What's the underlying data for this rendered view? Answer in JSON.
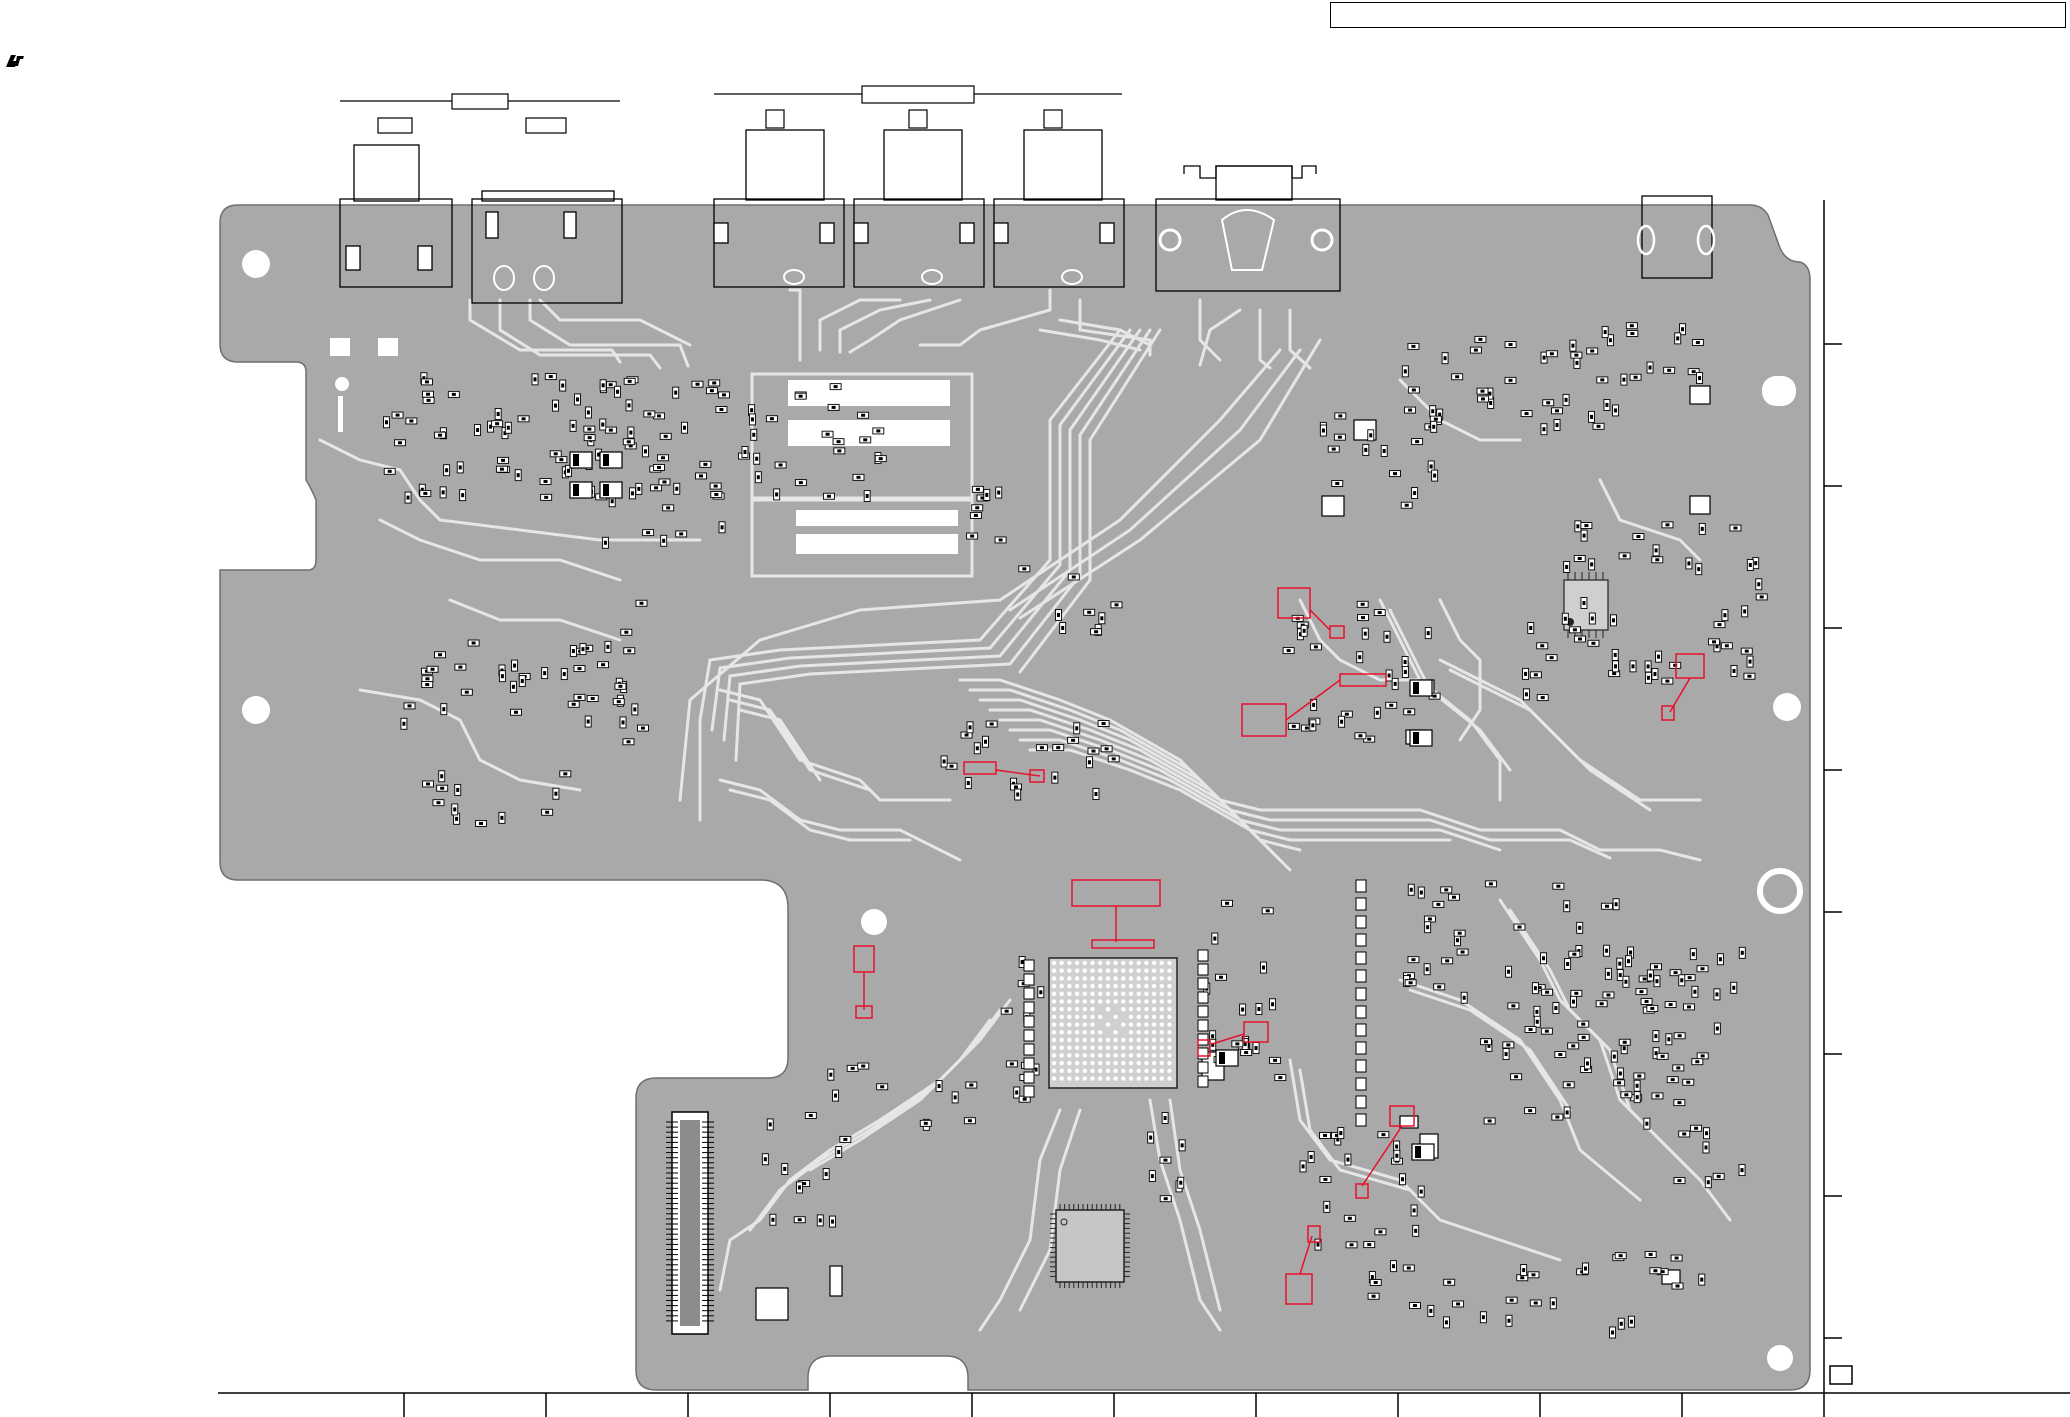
{
  "sheet": {
    "title_block": "",
    "logo_icon": "cube-logo-icon"
  },
  "colors": {
    "board_fill": "#a9a9a9",
    "trace": "#e6e6e6",
    "outline": "#000000",
    "annotation": "#e8112d",
    "hole": "#ffffff"
  },
  "board": {
    "connectors": [
      "rca-jack-1",
      "rca-jack-2",
      "rca-jack-3",
      "dsub-connector",
      "mini-jack",
      "dual-jack",
      "ffc-connector"
    ],
    "chips": [
      "main-soc-bga",
      "secondary-qfp-chip",
      "small-ic-right",
      "regulator-ics"
    ]
  },
  "grid": {
    "row_markers": 8,
    "column_markers": 10
  }
}
